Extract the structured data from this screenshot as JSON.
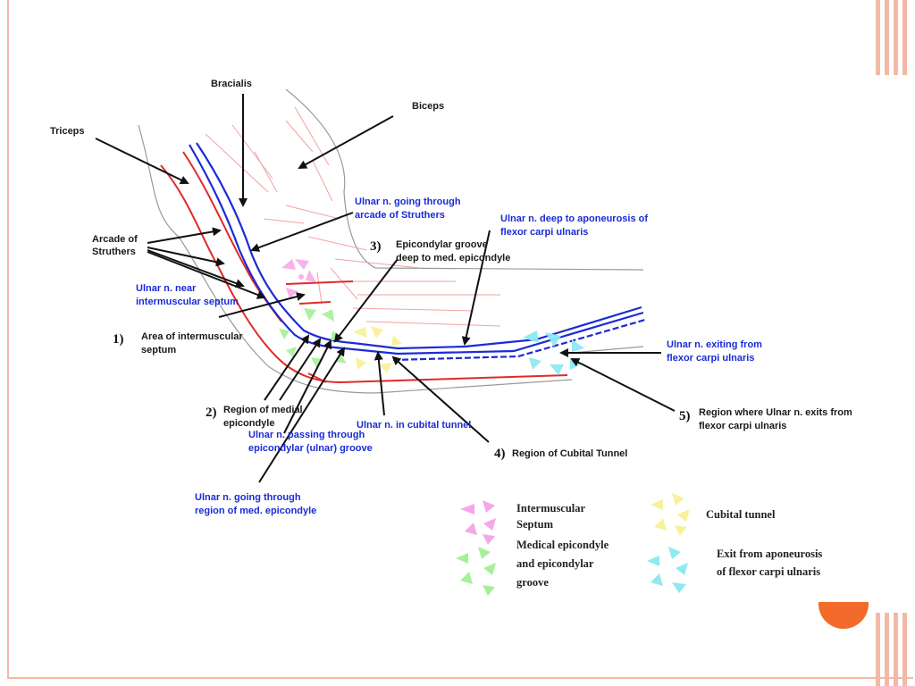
{
  "labels": {
    "bracialis": "Bracialis",
    "biceps": "Biceps",
    "triceps": "Triceps",
    "arcade_line1": "Arcade of",
    "arcade_line2": "Struthers",
    "ulnar_arcade_line1": "Ulnar n. going through",
    "ulnar_arcade_line2": "arcade of Struthers",
    "ulnar_deep_line1": "Ulnar n. deep to aponeurosis of",
    "ulnar_deep_line2": "flexor carpi ulnaris",
    "epicondylar_groove_line1": "Epicondylar groove",
    "epicondylar_groove_line2": "deep to med. epicondyle",
    "ulnar_near_line1": "Ulnar n. near",
    "ulnar_near_line2": "intermuscular septum",
    "area_septum_line1": "Area of intermuscular",
    "area_septum_line2": "septum",
    "ulnar_exiting_line1": "Ulnar n. exiting from",
    "ulnar_exiting_line2": "flexor carpi ulnaris",
    "region_medial_line1": "Region of medial",
    "region_medial_line2": "epicondyle",
    "ulnar_cubital": "Ulnar n. in cubital tunnel",
    "ulnar_passing_line1": "Ulnar n. passing through",
    "ulnar_passing_line2": "epicondylar (ulnar) groove",
    "region_exit_line1": "Region where Ulnar n. exits from",
    "region_exit_line2": "flexor carpi ulnaris",
    "region_cubital": "Region of Cubital Tunnel",
    "ulnar_going_medial_line1": "Ulnar n. going through",
    "ulnar_going_medial_line2": "region of med. epicondyle"
  },
  "numbers": {
    "n1": "1)",
    "n2": "2)",
    "n3": "3)",
    "n4": "4)",
    "n5": "5)"
  },
  "legend": {
    "septum_line1": "Intermuscular",
    "septum_line2": "Septum",
    "medial_line1": "Medical epicondyle",
    "medial_line2": "and epicondylar",
    "medial_line3": "groove",
    "cubital": "Cubital tunnel",
    "exit_line1": "Exit from aponeurosis",
    "exit_line2": "of flexor carpi ulnaris"
  },
  "colors": {
    "nerve": "#1b2bd6",
    "muscle_red": "#e02a2a",
    "muscle_pink": "#f2a3a3",
    "outline_gray": "#9a9a9a",
    "septum_pink": "#f7a6e8",
    "epicondyle_green": "#a6f09a",
    "cubital_yellow": "#f7f29a",
    "exit_cyan": "#8fe9f2",
    "accent_orange": "#f26b2a"
  }
}
